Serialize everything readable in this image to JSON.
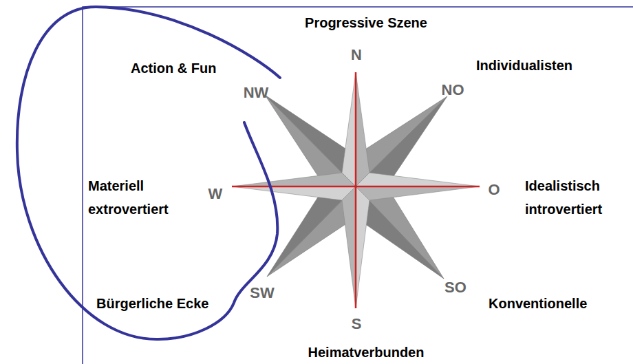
{
  "diagram": {
    "labels": [
      "Progressive Szene",
      "Individualisten",
      "Action & Fun",
      "Materiell extrovertiert",
      "Idealistisch introvertiert",
      "Bürgerliche Ecke",
      "Konventionelle",
      "Heimatverbunden",
      "N",
      "NO",
      "O",
      "SO",
      "S",
      "SW",
      "W",
      "NW"
    ]
  }
}
